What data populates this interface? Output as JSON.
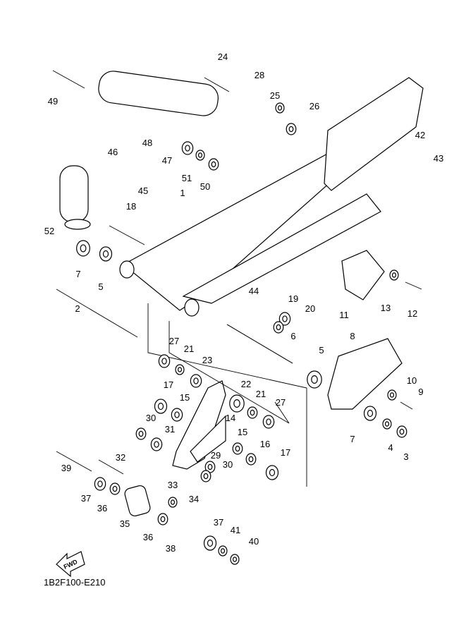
{
  "diagram": {
    "code": "1B2F100-E210",
    "fwd_label": "FWD",
    "callouts": [
      "49",
      "24",
      "28",
      "25",
      "26",
      "42",
      "43",
      "46",
      "48",
      "47",
      "51",
      "50",
      "45",
      "1",
      "18",
      "52",
      "7",
      "5",
      "44",
      "19",
      "20",
      "11",
      "13",
      "12",
      "2",
      "6",
      "8",
      "27",
      "21",
      "23",
      "5",
      "10",
      "9",
      "17",
      "15",
      "22",
      "21",
      "27",
      "30",
      "31",
      "14",
      "15",
      "16",
      "17",
      "7",
      "4",
      "3",
      "29",
      "30",
      "32",
      "39",
      "33",
      "37",
      "36",
      "34",
      "35",
      "36",
      "37",
      "41",
      "38",
      "40"
    ]
  }
}
